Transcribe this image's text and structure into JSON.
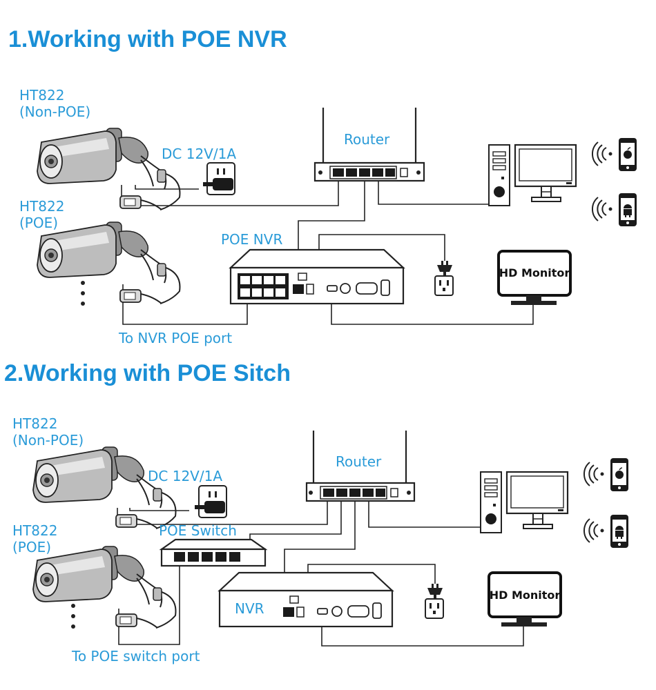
{
  "sections": [
    {
      "title": "1.Working with POE NVR",
      "labels": {
        "cam_nonpoe_model": "HT822",
        "cam_nonpoe_type": "(Non-POE)",
        "cam_poe_model": "HT822",
        "cam_poe_type": "(POE)",
        "power": "DC 12V/1A",
        "router": "Router",
        "nvr": "POE NVR",
        "monitor": "HD Monitor",
        "port_note": "To NVR POE port"
      }
    },
    {
      "title": "2.Working with POE Sitch",
      "labels": {
        "cam_nonpoe_model": "HT822",
        "cam_nonpoe_type": "(Non-POE)",
        "cam_poe_model": "HT822",
        "cam_poe_type": "(POE)",
        "power": "DC 12V/1A",
        "router": "Router",
        "switch": "POE Switch",
        "nvr": "NVR",
        "monitor": "HD Monitor",
        "port_note": "To POE switch port"
      }
    }
  ],
  "colors": {
    "title": "#1a8fd6",
    "label": "#2a9bd8",
    "line": "#222222"
  }
}
